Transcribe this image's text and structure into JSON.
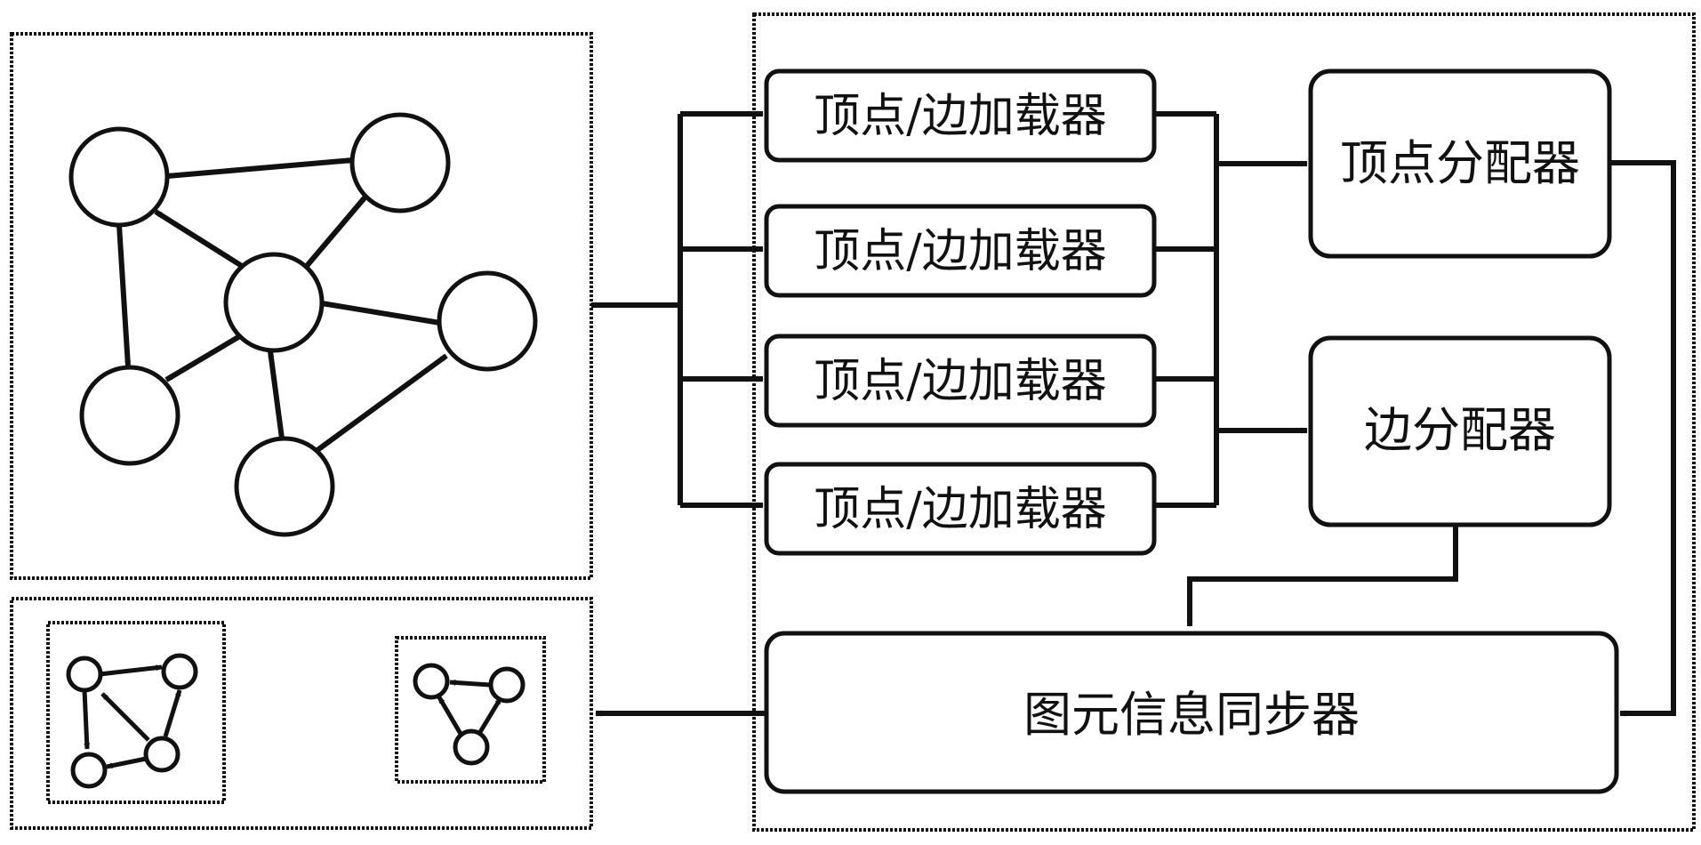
{
  "colors": {
    "stroke": "#111111",
    "background": "#ffffff",
    "panel_border": "#111111"
  },
  "labels": {
    "loader_1": "顶点/边加载器",
    "loader_2": "顶点/边加载器",
    "loader_3": "顶点/边加载器",
    "loader_4": "顶点/边加载器",
    "vertex_distributor": "顶点分配器",
    "edge_distributor": "边分配器",
    "synchronizer": "图元信息同步器"
  }
}
